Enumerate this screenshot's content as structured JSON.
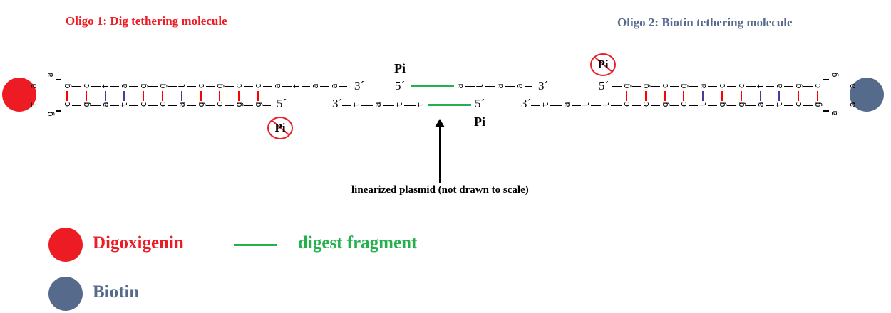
{
  "titles": {
    "oligo1": "Oligo 1: Dig tethering molecule",
    "oligo2": "Oligo 2: Biotin tethering molecule"
  },
  "colors": {
    "dig": "#ed1c24",
    "biotin": "#566a8c",
    "digest": "#22b14c",
    "gc_pair": "#ff0000",
    "at_pair": "#3f3f9f",
    "title2": "#566a8c"
  },
  "oligo1": {
    "loop": [
      "a",
      "a",
      "t",
      "g"
    ],
    "top": [
      "g",
      "c",
      "t",
      "a",
      "g",
      "g",
      "t",
      "c",
      "g",
      "c",
      "c",
      "a",
      "t",
      "a",
      "a"
    ],
    "top_end": "3´",
    "bottom": [
      "c",
      "g",
      "a",
      "t",
      "c",
      "c",
      "a",
      "g",
      "c",
      "g",
      "g"
    ],
    "bottom_end": "5´",
    "no_phosphate": "Pi"
  },
  "plasmid": {
    "top_start": "5´",
    "top": [
      "a",
      "t",
      "a",
      "a"
    ],
    "top_end": "3´",
    "top_phosphate": "Pi",
    "bottom_start": "3´",
    "bottom": [
      "t",
      "a",
      "t",
      "t"
    ],
    "bottom_end": "5´",
    "bottom_phosphate": "Pi",
    "label": "linearized plasmid (not drawn to scale)"
  },
  "oligo2": {
    "top_start": "5´",
    "top": [
      "g",
      "g",
      "c",
      "g",
      "a",
      "c",
      "c",
      "t",
      "a",
      "g",
      "c"
    ],
    "bottom_start": "3´",
    "bottom": [
      "t",
      "a",
      "t",
      "t",
      "c",
      "c",
      "g",
      "c",
      "t",
      "g",
      "g",
      "a",
      "t",
      "c",
      "g"
    ],
    "loop": [
      "g",
      "a",
      "a",
      "a"
    ],
    "no_phosphate": "Pi"
  },
  "legend": {
    "dig": "Digoxigenin",
    "digest": "digest fragment",
    "biotin": "Biotin"
  }
}
